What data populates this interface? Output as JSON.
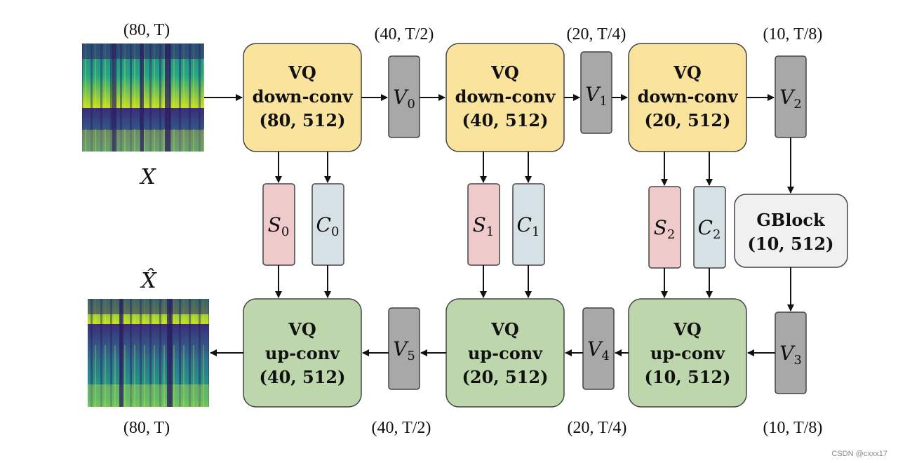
{
  "input_spec": {
    "label": "X",
    "dims": "(80, T)"
  },
  "output_spec": {
    "label": "X̂",
    "dims": "(80, T)"
  },
  "encoder": [
    {
      "line1": "VQ",
      "line2": "down-conv",
      "line3": "(80, 512)",
      "out_dims": "(40, T/2)",
      "var": "V",
      "var_sub": "0"
    },
    {
      "line1": "VQ",
      "line2": "down-conv",
      "line3": "(40, 512)",
      "out_dims": "(20, T/4)",
      "var": "V",
      "var_sub": "1"
    },
    {
      "line1": "VQ",
      "line2": "down-conv",
      "line3": "(20, 512)",
      "out_dims": "(10, T/8)",
      "var": "V",
      "var_sub": "2"
    }
  ],
  "skips": [
    {
      "s": "S",
      "s_sub": "0",
      "c": "C",
      "c_sub": "0"
    },
    {
      "s": "S",
      "s_sub": "1",
      "c": "C",
      "c_sub": "1"
    },
    {
      "s": "S",
      "s_sub": "2",
      "c": "C",
      "c_sub": "2"
    }
  ],
  "gblock": {
    "line1": "GBlock",
    "line2": "(10, 512)"
  },
  "decoder": [
    {
      "line1": "VQ",
      "line2": "up-conv",
      "line3": "(40, 512)",
      "in_dims": "(40, T/2)",
      "var": "V",
      "var_sub": "5"
    },
    {
      "line1": "VQ",
      "line2": "up-conv",
      "line3": "(20, 512)",
      "in_dims": "(20, T/4)",
      "var": "V",
      "var_sub": "4"
    },
    {
      "line1": "VQ",
      "line2": "up-conv",
      "line3": "(10, 512)",
      "in_dims": "(10, T/8)",
      "var": "V",
      "var_sub": "3"
    }
  ],
  "watermark": "CSDN @cxxx17",
  "colors": {
    "encoder_fill": "#fae39c",
    "decoder_fill": "#bdd6ac",
    "var_fill": "#a8a8a8",
    "s_fill": "#eecaca",
    "c_fill": "#d6e1e6",
    "gblock_fill": "#f0f0f0",
    "stroke": "#444444"
  }
}
